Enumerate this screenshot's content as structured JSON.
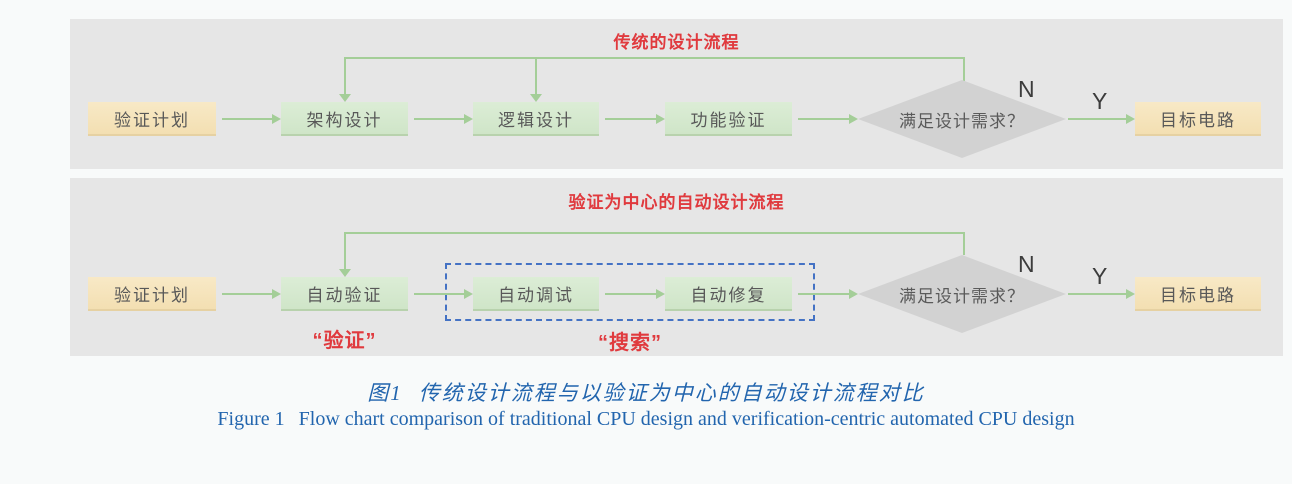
{
  "colors": {
    "page_bg": "#f8fafa",
    "panel_bg": "#e6e6e6",
    "arrow_green": "#a4ce98",
    "process_fill": "#d6e9d0",
    "terminal_fill": "#f6e4bc",
    "decision_fill": "#d2d2d2",
    "accent_red": "#e03a3e",
    "caption_blue": "#2265ae",
    "dashed_border_blue": "#4472c4"
  },
  "panels": [
    {
      "title": "传统的设计流程",
      "nodes": [
        {
          "label": "验证计划"
        },
        {
          "label": "架构设计"
        },
        {
          "label": "逻辑设计"
        },
        {
          "label": "功能验证"
        },
        {
          "label": "满足设计需求？"
        },
        {
          "label": "目标电路"
        }
      ],
      "no_label": "N",
      "yes_label": "Y"
    },
    {
      "title": "验证为中心的自动设计流程",
      "nodes": [
        {
          "label": "验证计划"
        },
        {
          "label": "自动验证"
        },
        {
          "label": "自动调试"
        },
        {
          "label": "自动修复"
        },
        {
          "label": "满足设计需求？"
        },
        {
          "label": "目标电路"
        }
      ],
      "no_label": "N",
      "yes_label": "Y",
      "annotation_verify": "“验证”",
      "annotation_search": "“搜索”"
    }
  ],
  "caption": {
    "zh_label": "图1",
    "zh_text": "传统设计流程与以验证为中心的自动设计流程对比",
    "en_label": "Figure 1",
    "en_text": "Flow chart comparison of traditional CPU design and verification-centric automated CPU design"
  }
}
